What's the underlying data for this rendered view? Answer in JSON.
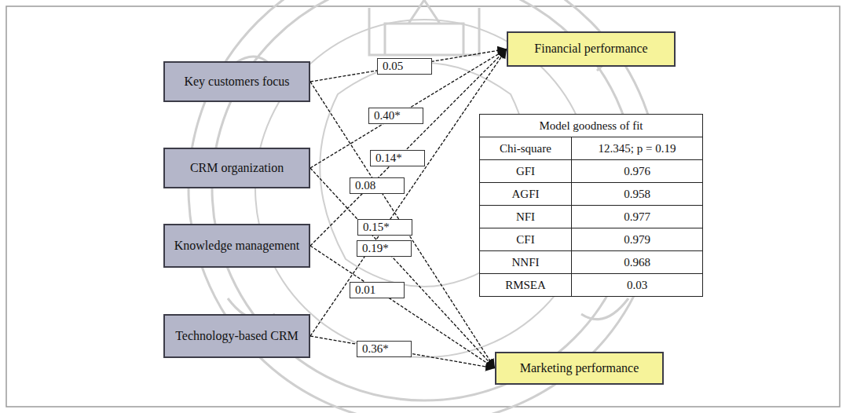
{
  "diagram": {
    "nodes": [
      {
        "text": [
          "Key customers focus"
        ]
      },
      {
        "text": [
          "CRM organization"
        ]
      },
      {
        "text": [
          "Knowledge management"
        ]
      },
      {
        "text": [
          "Technology-based CRM"
        ]
      },
      {
        "text": [
          "Financial performance"
        ]
      },
      {
        "text": [
          "Marketing performance"
        ]
      }
    ],
    "edges": [
      {
        "from": 0,
        "to": 4,
        "arrow": "to",
        "label": "0.05"
      },
      {
        "from": 1,
        "to": 4,
        "arrow": "to",
        "label": "0.40*"
      },
      {
        "from": 2,
        "to": 4,
        "arrow": "to",
        "label": "0.14*"
      },
      {
        "from": 3,
        "to": 4,
        "arrow": "to",
        "label": "0.15*"
      },
      {
        "from": 0,
        "to": 5,
        "arrow": "to",
        "label": "0.08"
      },
      {
        "from": 1,
        "to": 5,
        "arrow": "to",
        "label": "0.19*"
      },
      {
        "from": 2,
        "to": 5,
        "arrow": "to",
        "label": "0.01"
      },
      {
        "from": 3,
        "to": 5,
        "arrow": "to",
        "label": "0.36*"
      }
    ],
    "labels": [
      "Model goodness of fit",
      "Chi-square",
      "12.345; p = 0.19",
      "GFI",
      "0.976",
      "AGFI",
      "0.958",
      "NFI",
      "0.977",
      "CFI",
      "0.979",
      "NNFI",
      "0.968",
      "RMSEA",
      "0.03"
    ]
  }
}
